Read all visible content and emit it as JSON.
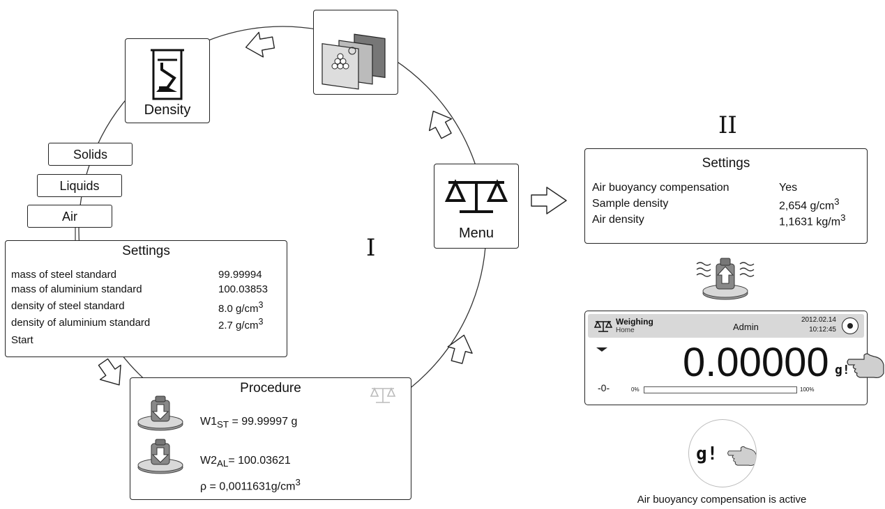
{
  "section_i": {
    "label": "I"
  },
  "section_ii": {
    "label": "II"
  },
  "density": {
    "label": "Density"
  },
  "menu": {
    "label": "Menu"
  },
  "tabs": [
    "Solids",
    "Liquids",
    "Air"
  ],
  "settings_left": {
    "title": "Settings",
    "rows": [
      {
        "label": "mass of steel standard",
        "value": "99.99994"
      },
      {
        "label": "mass of aluminium standard",
        "value": "100.03853"
      },
      {
        "label": "density of steel standard",
        "value": "8.0 g/cm",
        "sup": "3"
      },
      {
        "label": "density of aluminium standard",
        "value": "2.7 g/cm",
        "sup": "3"
      },
      {
        "label": "Start",
        "value": ""
      }
    ]
  },
  "procedure": {
    "title": "Procedure",
    "w1": {
      "name": "W1",
      "sub": "ST",
      "value": " = 99.99997 g"
    },
    "w2": {
      "name": "W2",
      "sub": "AL",
      "value": "= 100.03621"
    },
    "rho": {
      "value": "ρ = 0,0011631g/cm",
      "sup": "3"
    }
  },
  "settings_right": {
    "title": "Settings",
    "rows": [
      {
        "label": "Air buoyancy compensation",
        "value": "Yes",
        "sup": ""
      },
      {
        "label": "Sample density",
        "value": "2,654 g/cm",
        "sup": "3"
      },
      {
        "label": "Air density",
        "value": "1,1631 kg/m",
        "sup": "3"
      }
    ]
  },
  "display": {
    "mode": "Weighing",
    "submode": "Home",
    "user": "Admin",
    "date": "2012.02.14",
    "time": "10:12:45",
    "reading": "0.00000",
    "unit": "g!",
    "zero": "-0-",
    "bar_min": "0%",
    "bar_max": "100%",
    "bar_fill": 0
  },
  "callout": {
    "symbol": "g!",
    "caption": "Air buoyancy compensation is active"
  },
  "colors": {
    "line": "#222222",
    "grey": "#8a8a8a",
    "header": "#d8d8d8"
  }
}
